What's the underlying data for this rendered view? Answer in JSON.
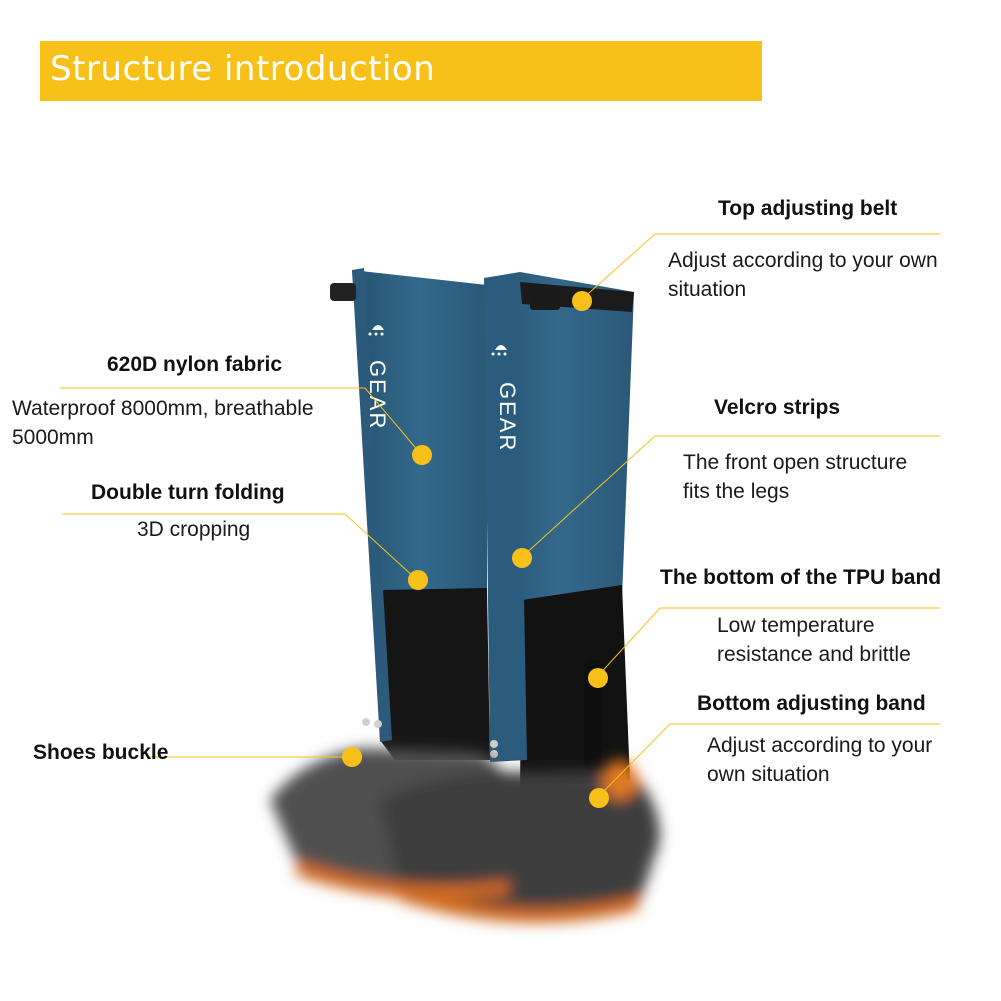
{
  "banner": {
    "title": "Structure introduction"
  },
  "product": {
    "brand": "GEAR"
  },
  "callouts": [
    {
      "title": "Top adjusting belt",
      "desc": [
        "Adjust according to your own",
        "situation"
      ]
    },
    {
      "title": "620D nylon fabric",
      "desc": [
        "Waterproof 8000mm, breathable",
        "5000mm"
      ]
    },
    {
      "title": "Velcro strips",
      "desc": [
        "The front open structure",
        "fits the legs"
      ]
    },
    {
      "title": "Double turn folding",
      "desc": [
        "3D cropping"
      ]
    },
    {
      "title": "The bottom of the TPU band",
      "desc": [
        "Low temperature",
        "resistance and brittle"
      ]
    },
    {
      "title": "Bottom adjusting band",
      "desc": [
        "Adjust according to your",
        "own situation"
      ]
    },
    {
      "title": "Shoes buckle",
      "desc": []
    }
  ],
  "colors": {
    "accent": "#f7c11a",
    "gaiter_blue": "#2f6284",
    "gaiter_black": "#141414",
    "text": "#111111"
  }
}
